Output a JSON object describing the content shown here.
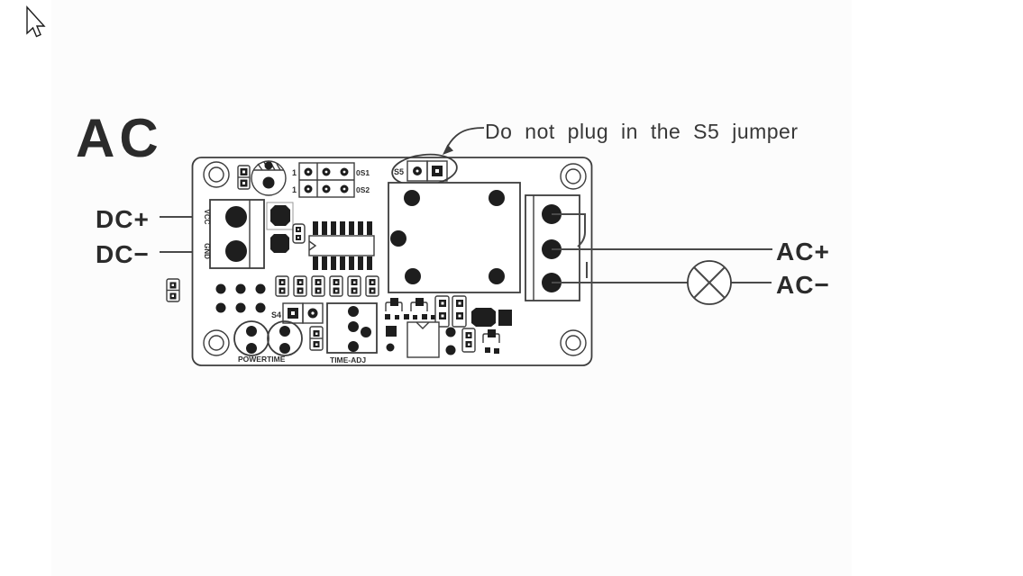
{
  "title": "AC",
  "annotation": {
    "warning": "Do not plug in the S5 jumper"
  },
  "terminals": {
    "dc_plus": "DC+",
    "dc_minus": "DC−",
    "ac_plus": "AC+",
    "ac_minus": "AC−"
  },
  "board_silk": {
    "vcc": "VCC",
    "gnd": "GND",
    "s5": "S5",
    "s4": "S4",
    "s1_left": "1",
    "s1_right": "0S1",
    "s2_left": "1",
    "s2_right": "0S2",
    "powertime": "POWERTIME",
    "time_adj": "TIME-ADJ"
  },
  "colors": {
    "ink": "#3d3d3d",
    "pad_fill": "#1e1e1e",
    "wire": "#4a4a4a",
    "text": "#2b2b2b",
    "background": "#ffffff"
  }
}
